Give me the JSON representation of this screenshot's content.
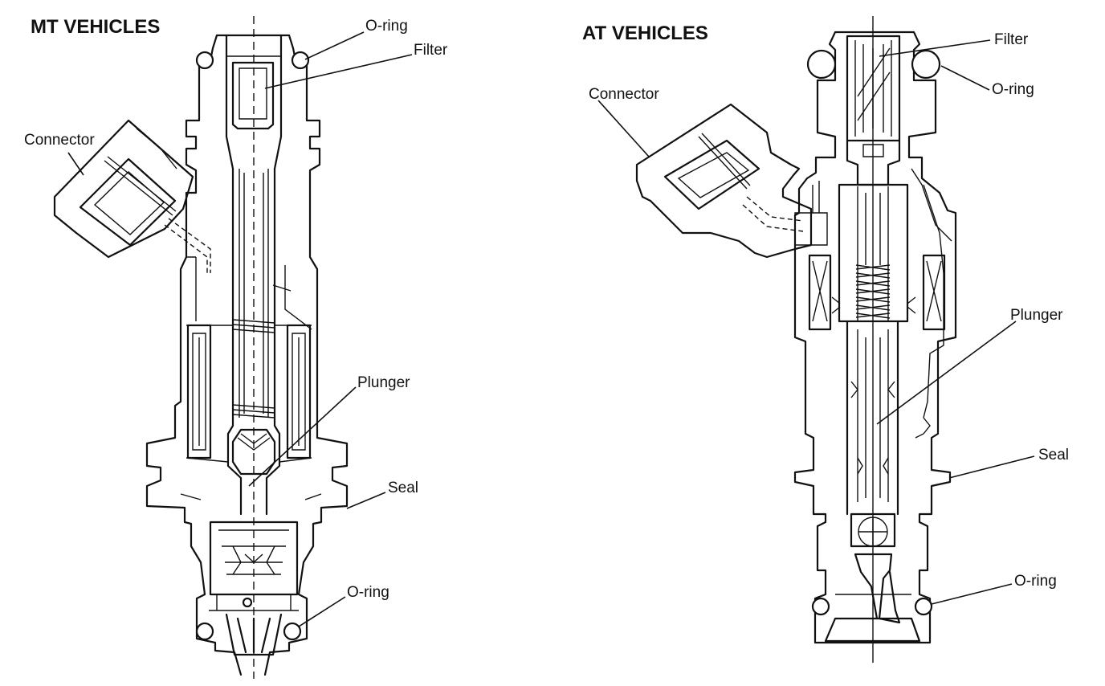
{
  "figure": {
    "mt": {
      "title": "MT VEHICLES",
      "labels": {
        "o_ring_top": "O-ring",
        "filter": "Filter",
        "connector": "Connector",
        "plunger": "Plunger",
        "seal": "Seal",
        "o_ring_bottom": "O-ring"
      }
    },
    "at": {
      "title": "AT VEHICLES",
      "labels": {
        "filter": "Filter",
        "o_ring_top": "O-ring",
        "connector": "Connector",
        "plunger": "Plunger",
        "seal": "Seal",
        "o_ring_bottom": "O-ring"
      }
    }
  }
}
